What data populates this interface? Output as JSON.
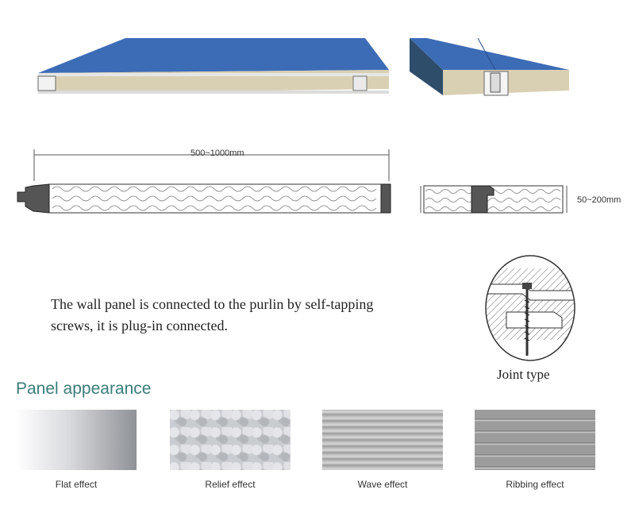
{
  "dimensions": {
    "width_range": "500~1000mm",
    "thickness_range": "50~200mm"
  },
  "description": {
    "line1": "The wall panel is connected to the purlin by self-tapping",
    "line2": "screws, it is plug-in connected."
  },
  "joint": {
    "label": "Joint type"
  },
  "appearance": {
    "title": "Panel appearance",
    "items": [
      {
        "label": "Flat effect"
      },
      {
        "label": "Relief effect"
      },
      {
        "label": "Wave effect"
      },
      {
        "label": "Ribbing effect"
      }
    ]
  },
  "colors": {
    "panel_blue": "#3d6cb6",
    "core_wool": "#d8cfb2",
    "title_teal": "#3a7d7a"
  }
}
